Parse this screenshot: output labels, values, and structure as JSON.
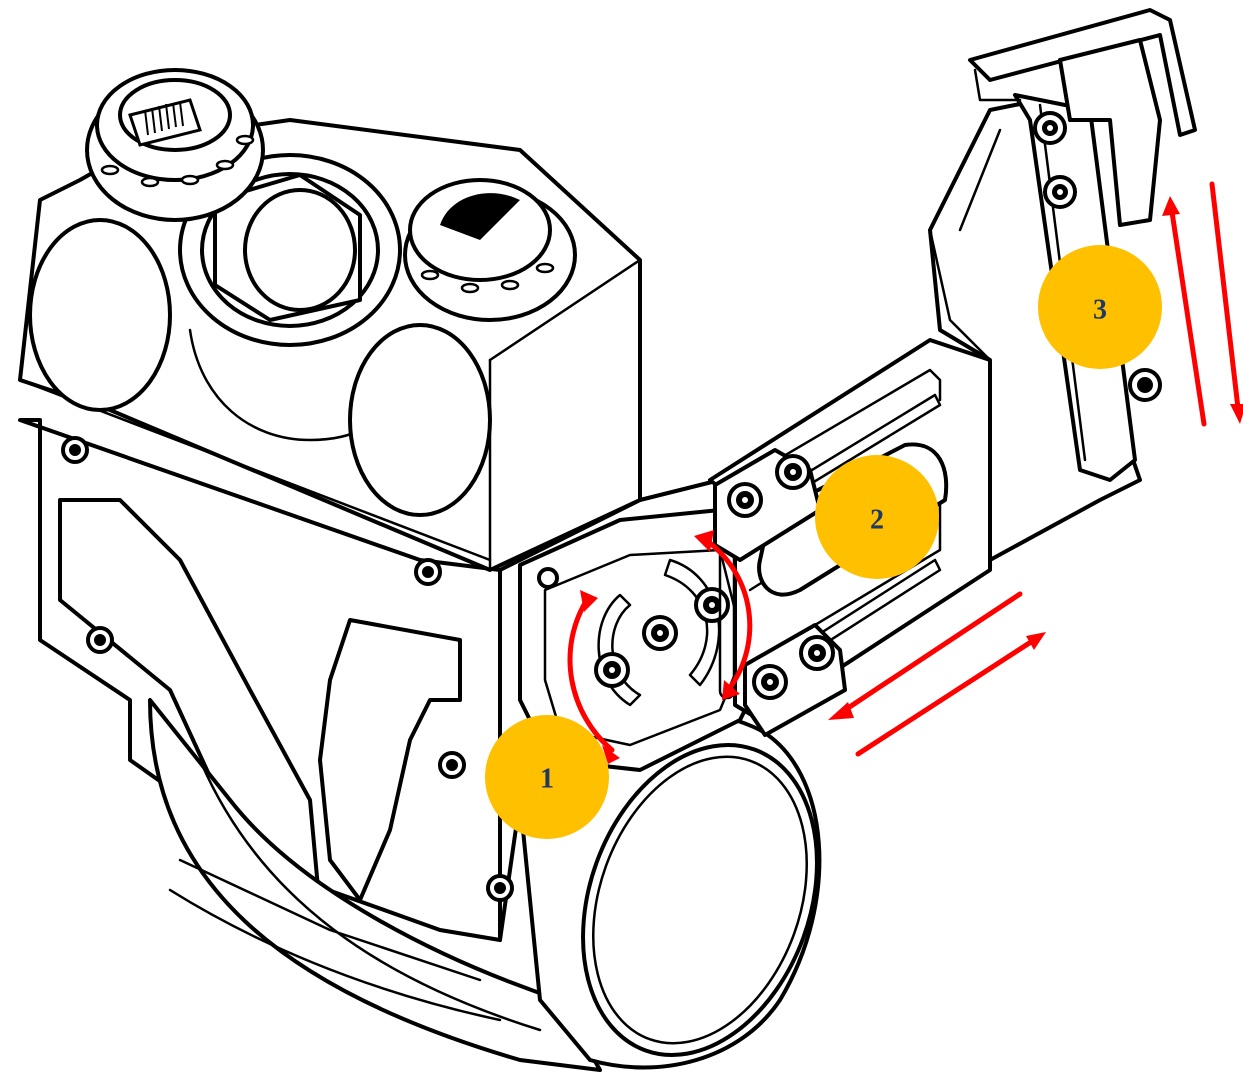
{
  "figure": {
    "badges": [
      {
        "label": "1"
      },
      {
        "label": "2"
      },
      {
        "label": "3"
      }
    ]
  },
  "colors": {
    "badge_fill": "#ffc000",
    "badge_text": "#1f3864",
    "arrow": "#ff0000",
    "outline": "#000000",
    "background": "#ffffff"
  }
}
